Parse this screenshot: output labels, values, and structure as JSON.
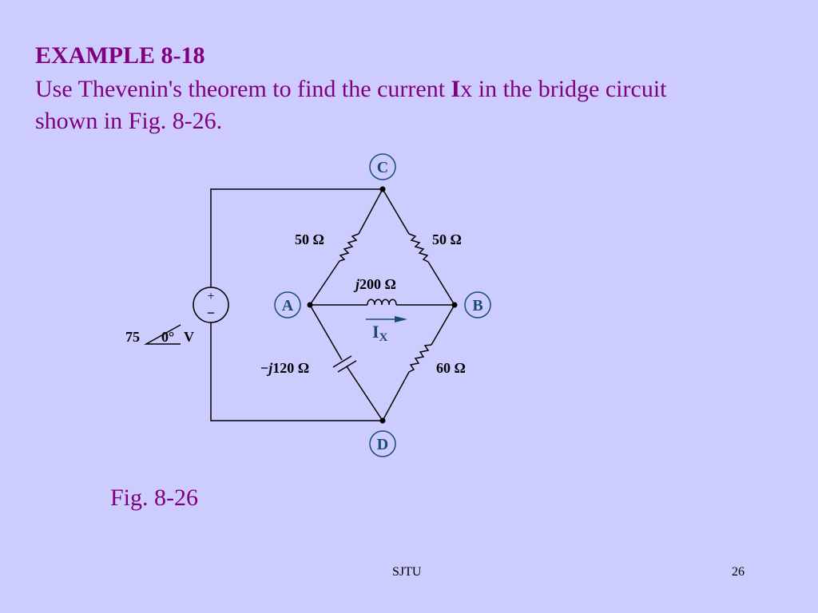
{
  "slide": {
    "title": "EXAMPLE 8-18",
    "body": {
      "part1": "Use Thevenin's theorem to find the current ",
      "bold": "I",
      "part2": "x in the bridge circuit shown in Fig. 8-26."
    },
    "caption": "Fig. 8-26",
    "footer": "SJTU",
    "page_number": "26"
  },
  "circuit": {
    "node_c": "C",
    "node_a": "A",
    "node_b": "B",
    "node_d": "D",
    "source_plus": "+",
    "source_minus": "−",
    "source_magnitude": "75",
    "source_angle": "0°",
    "source_unit": "V",
    "r_ca": "50 Ω",
    "r_cb": "50 Ω",
    "inductor_j": "j",
    "inductor_value": "200 Ω",
    "cap_prefix": "−",
    "cap_j": "j",
    "cap_value": "120 Ω",
    "r_bd": "60 Ω",
    "current_symbol": "I",
    "current_sub": "X",
    "colors": {
      "node_label": "#1a4a7a",
      "node_ring": "#1a4a7a",
      "wire": "#000000",
      "text": "#800080"
    }
  }
}
